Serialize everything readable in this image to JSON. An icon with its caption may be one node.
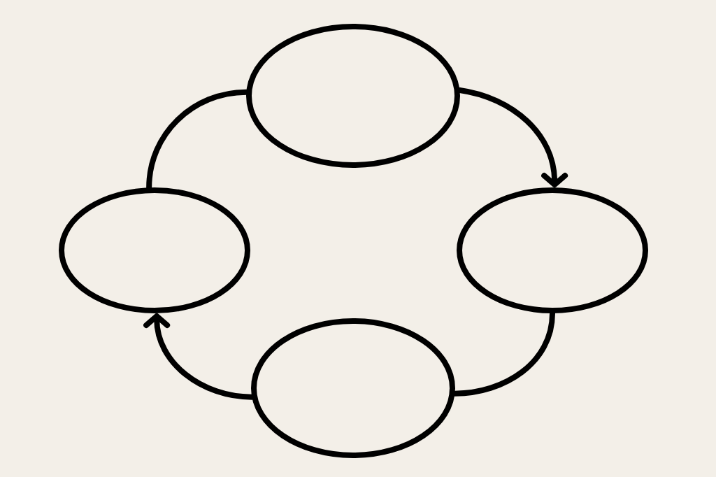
{
  "diagram": {
    "nodes": [
      {
        "text": [],
        "shape": "ellipse"
      },
      {
        "text": [],
        "shape": "ellipse"
      },
      {
        "text": [],
        "shape": "ellipse"
      },
      {
        "text": [],
        "shape": "ellipse"
      }
    ],
    "edges": [
      {
        "from": 0,
        "to": 2,
        "arrow": "to"
      },
      {
        "from": 2,
        "to": 3,
        "arrow": "none"
      },
      {
        "from": 3,
        "to": 1,
        "arrow": "to"
      },
      {
        "from": 1,
        "to": 0,
        "arrow": "none"
      }
    ]
  }
}
